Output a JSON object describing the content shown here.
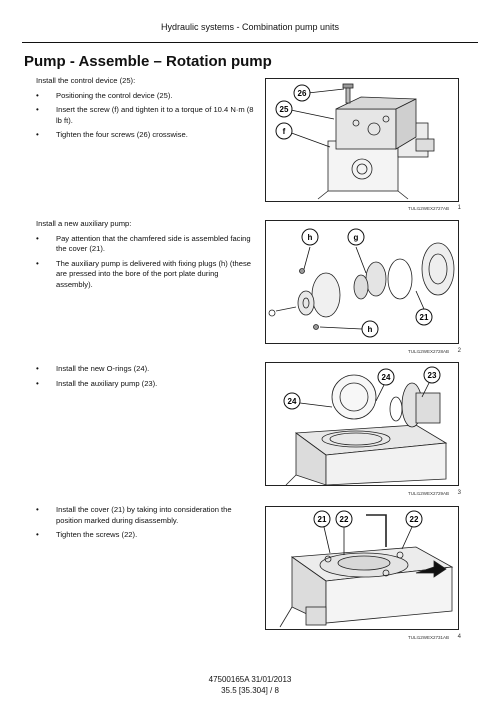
{
  "header": {
    "text": "Hydraulic systems - Combination pump units"
  },
  "title": "Pump - Assemble – Rotation pump",
  "sections": [
    {
      "intro": "Install the control device (25):",
      "bullets": [
        "Positioning the control device (25).",
        "Insert the screw (f) and tighten it to a torque of 10.4 N·m (8 lb ft).",
        "Tighten the four screws (26) crosswise."
      ],
      "figure": {
        "code": "TULI12WEX2727AB",
        "number": "1",
        "callouts": [
          "26",
          "25",
          "f"
        ]
      }
    },
    {
      "intro": "Install a new auxiliary pump:",
      "bullets": [
        "Pay attention that the chamfered side is assembled facing the cover (21).",
        "The auxiliary pump is delivered with fixing plugs (h) (these are pressed into the bore of the port plate during assembly)."
      ],
      "figure": {
        "code": "TULI12WEX2728AB",
        "number": "2",
        "callouts": [
          "h",
          "g",
          "21",
          "h"
        ]
      }
    },
    {
      "intro": "",
      "bullets": [
        "Install the new O-rings (24).",
        "Install the auxiliary pump (23)."
      ],
      "figure": {
        "code": "TULI12WEX2729AB",
        "number": "3",
        "callouts": [
          "24",
          "23",
          "24"
        ]
      }
    },
    {
      "intro": "",
      "bullets": [
        "Install the cover (21) by taking into consideration the position marked during disassembly.",
        "Tighten the screws (22)."
      ],
      "figure": {
        "code": "TULI12WEX2731AB",
        "number": "4",
        "callouts": [
          "21",
          "22",
          "22"
        ]
      }
    }
  ],
  "footer": {
    "line1": "47500165A 31/01/2013",
    "line2": "35.5 [35.304] / 8"
  }
}
